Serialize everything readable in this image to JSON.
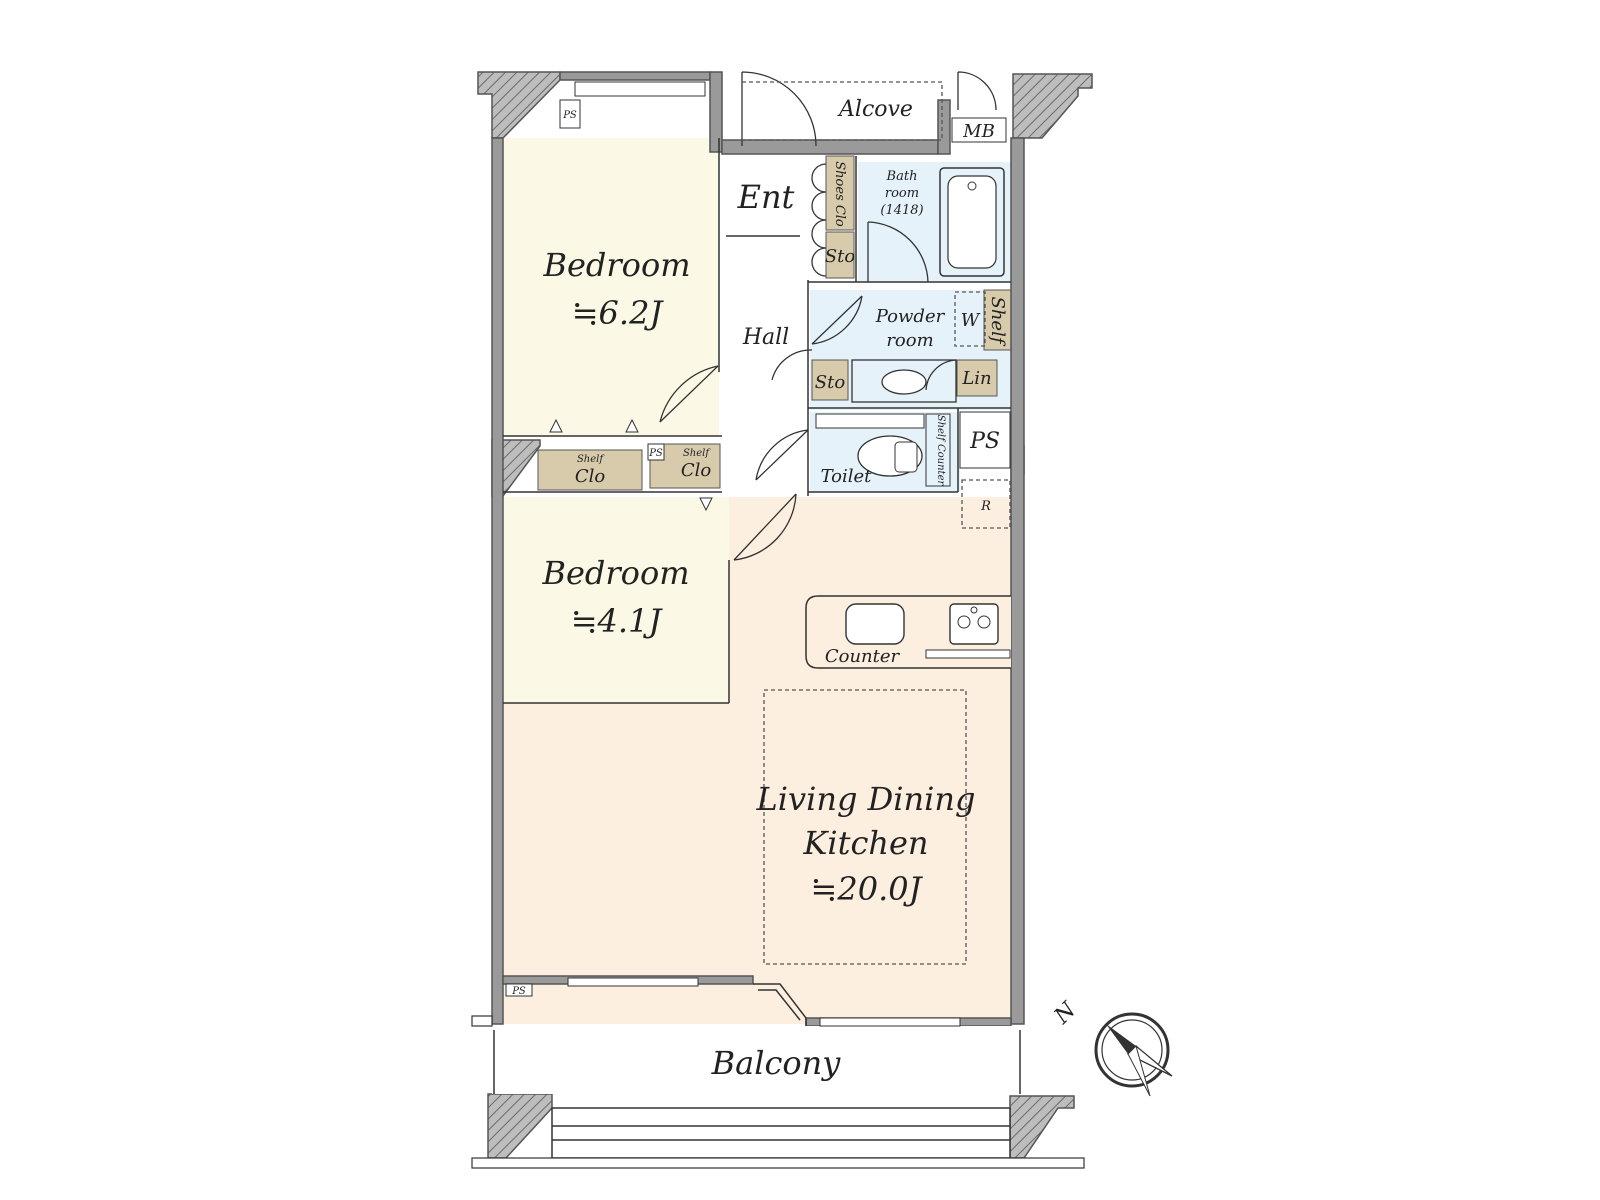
{
  "floorplan": {
    "rooms": {
      "bedroom1": {
        "name": "Bedroom",
        "area": "≒6.2J"
      },
      "bedroom2": {
        "name": "Bedroom",
        "area": "≒4.1J"
      },
      "ldk": {
        "line1": "Living Dining",
        "line2": "Kitchen",
        "area": "≒20.0J"
      },
      "balcony": "Balcony",
      "alcove": "Alcove",
      "entrance": "Ent",
      "hall": "Hall",
      "bath": {
        "line1": "Bath",
        "line2": "room",
        "line3": "(1418)"
      },
      "powder": {
        "line1": "Powder",
        "line2": "room"
      },
      "toilet": "Toilet"
    },
    "fixtures": {
      "mb": "MB",
      "shoes_clo": "Shoes Clo",
      "sto_entry": "Sto",
      "sto_hall": "Sto",
      "shelf_right": "Shelf",
      "w": "W",
      "lin": "Lin",
      "ps_right": "PS",
      "ps_top": "PS",
      "ps_small": "PS",
      "ps_bottom": "PS",
      "shelf_counter": "Shelf Counter",
      "r": "R",
      "counter": "Counter",
      "clo1_shelf": "Shelf",
      "clo1": "Clo",
      "clo2_shelf": "Shelf",
      "clo2": "Clo"
    },
    "compass": "N",
    "colors": {
      "bedroom": "#fbf8e6",
      "ldk": "#fcefe0",
      "wet": "#e6f2fa",
      "storage": "#d8cbac",
      "wall": "#9a9a9a"
    }
  }
}
